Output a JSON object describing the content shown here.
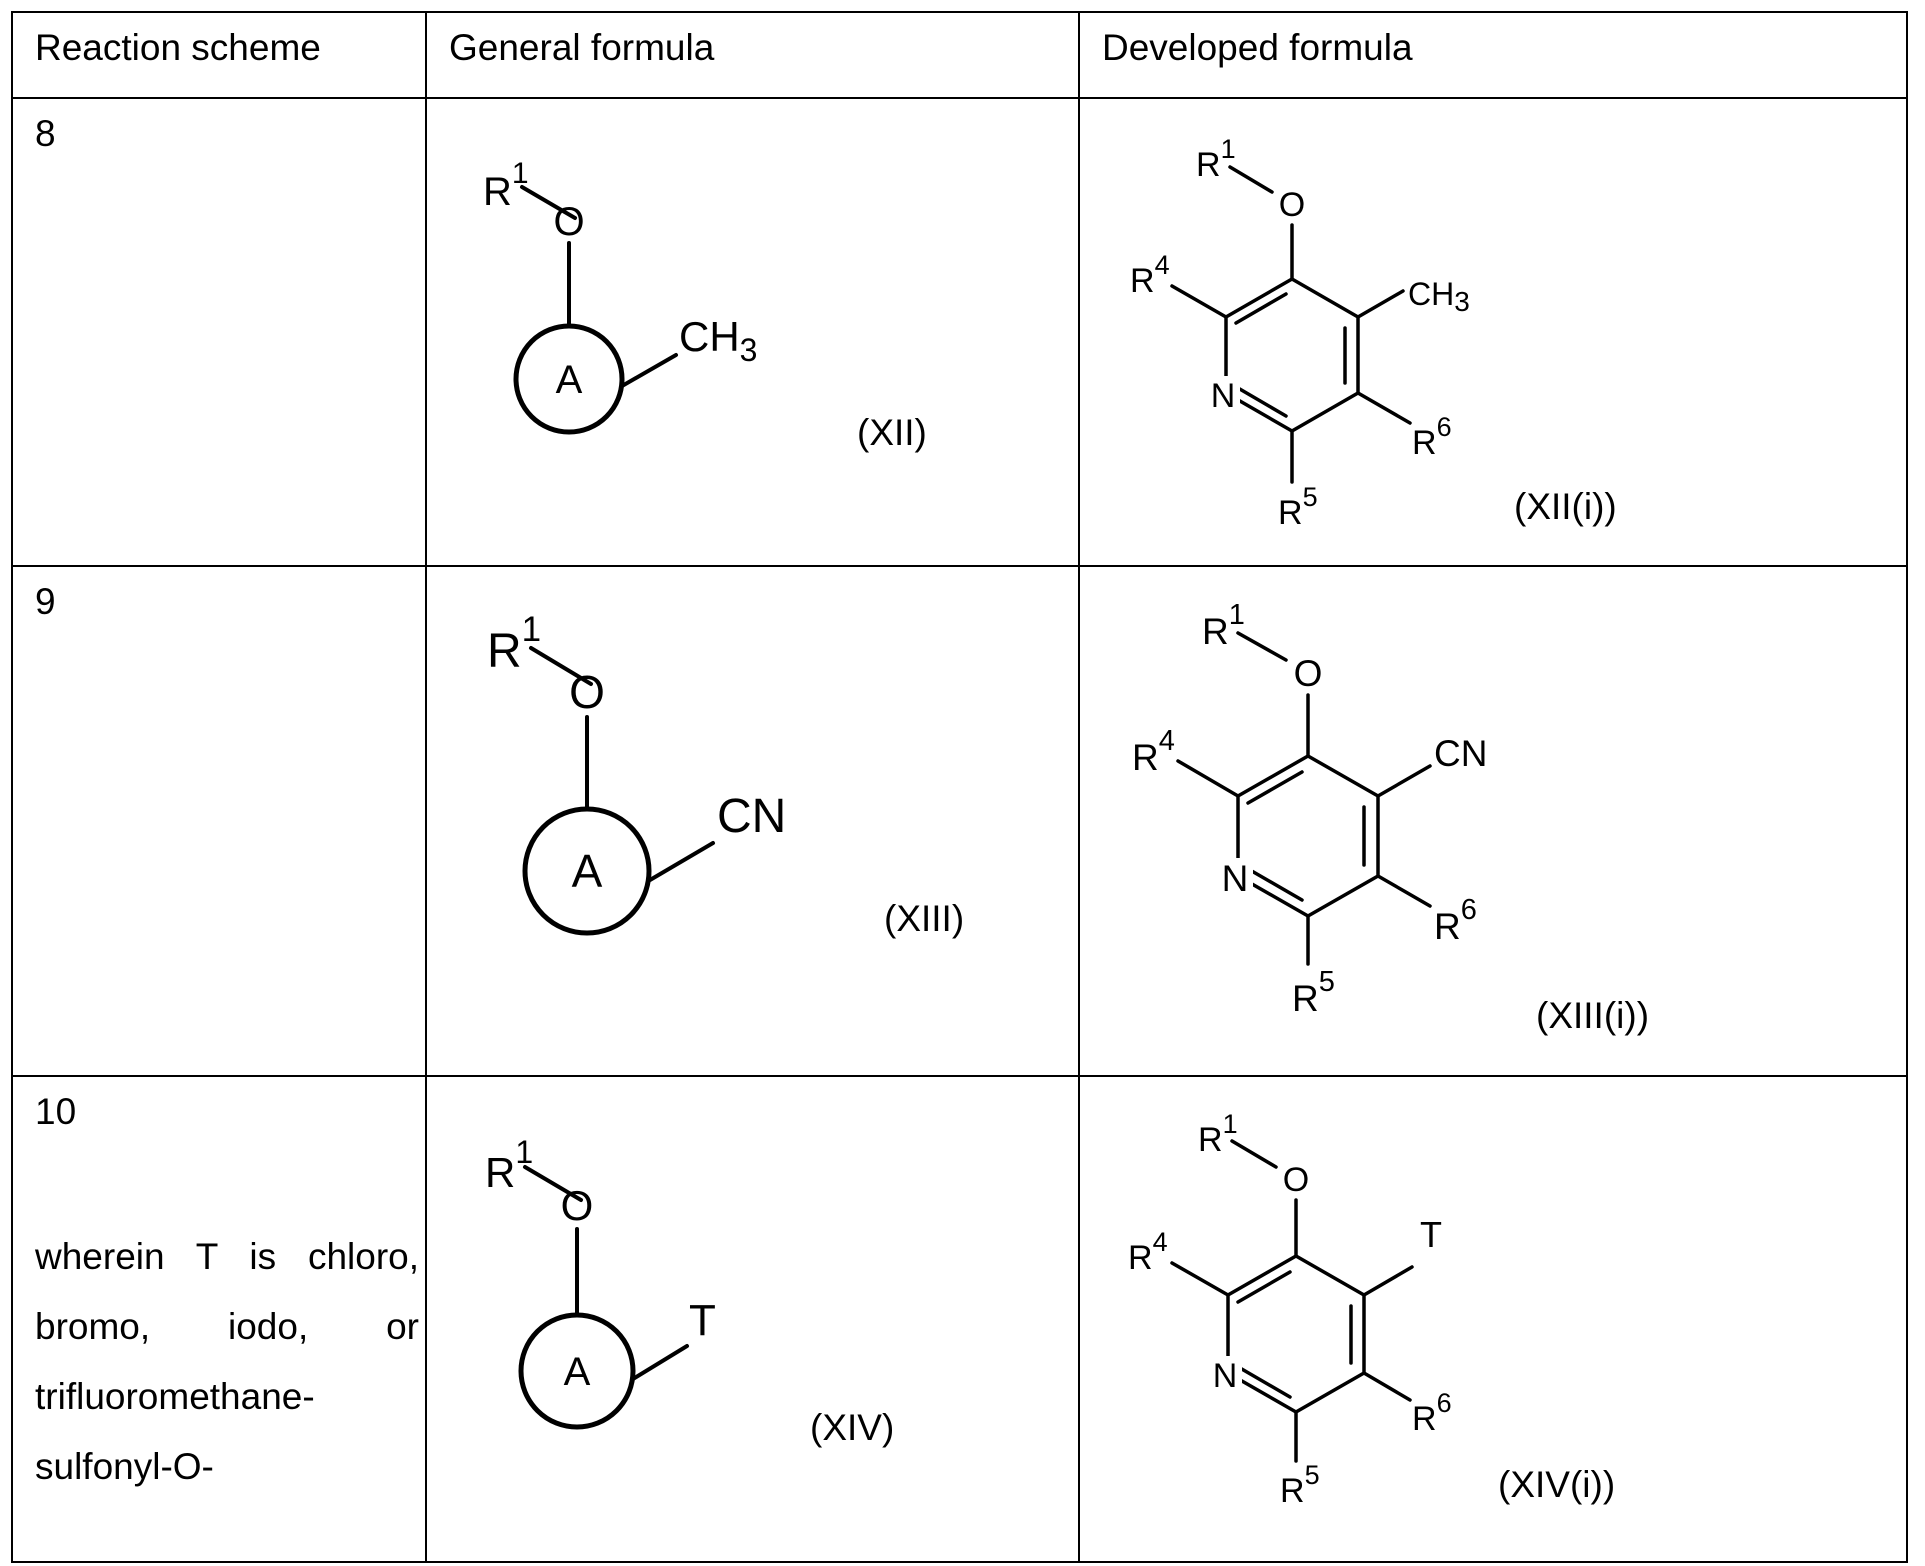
{
  "header": {
    "col1": "Reaction scheme",
    "col2": "General formula",
    "col3": "Developed formula"
  },
  "rows": [
    {
      "scheme": "8",
      "general": {
        "r1": "R",
        "r1_sup": "1",
        "o": "O",
        "ring": "A",
        "sub": "CH",
        "sub_sub": "3",
        "label": "(XII)"
      },
      "developed": {
        "r1": "R",
        "r1_sup": "1",
        "o": "O",
        "r4": "R",
        "r4_sup": "4",
        "n": "N",
        "r5": "R",
        "r5_sup": "5",
        "r6": "R",
        "r6_sup": "6",
        "sub": "CH",
        "sub_sub": "3",
        "label": "(XII(i))"
      }
    },
    {
      "scheme": "9",
      "general": {
        "r1": "R",
        "r1_sup": "1",
        "o": "O",
        "ring": "A",
        "sub": "CN",
        "label": "(XIII)"
      },
      "developed": {
        "r1": "R",
        "r1_sup": "1",
        "o": "O",
        "r4": "R",
        "r4_sup": "4",
        "n": "N",
        "r5": "R",
        "r5_sup": "5",
        "r6": "R",
        "r6_sup": "6",
        "sub": "CN",
        "label": "(XIII(i))"
      }
    },
    {
      "scheme": "10",
      "note": "wherein T is chloro, bromo, iodo, or trifluoromethane-sulfonyl-O-",
      "general": {
        "r1": "R",
        "r1_sup": "1",
        "o": "O",
        "ring": "A",
        "sub": "T",
        "label": "(XIV)"
      },
      "developed": {
        "r1": "R",
        "r1_sup": "1",
        "o": "O",
        "r4": "R",
        "r4_sup": "4",
        "n": "N",
        "r5": "R",
        "r5_sup": "5",
        "r6": "R",
        "r6_sup": "6",
        "sub": "T",
        "label": "(XIV(i))"
      }
    }
  ]
}
